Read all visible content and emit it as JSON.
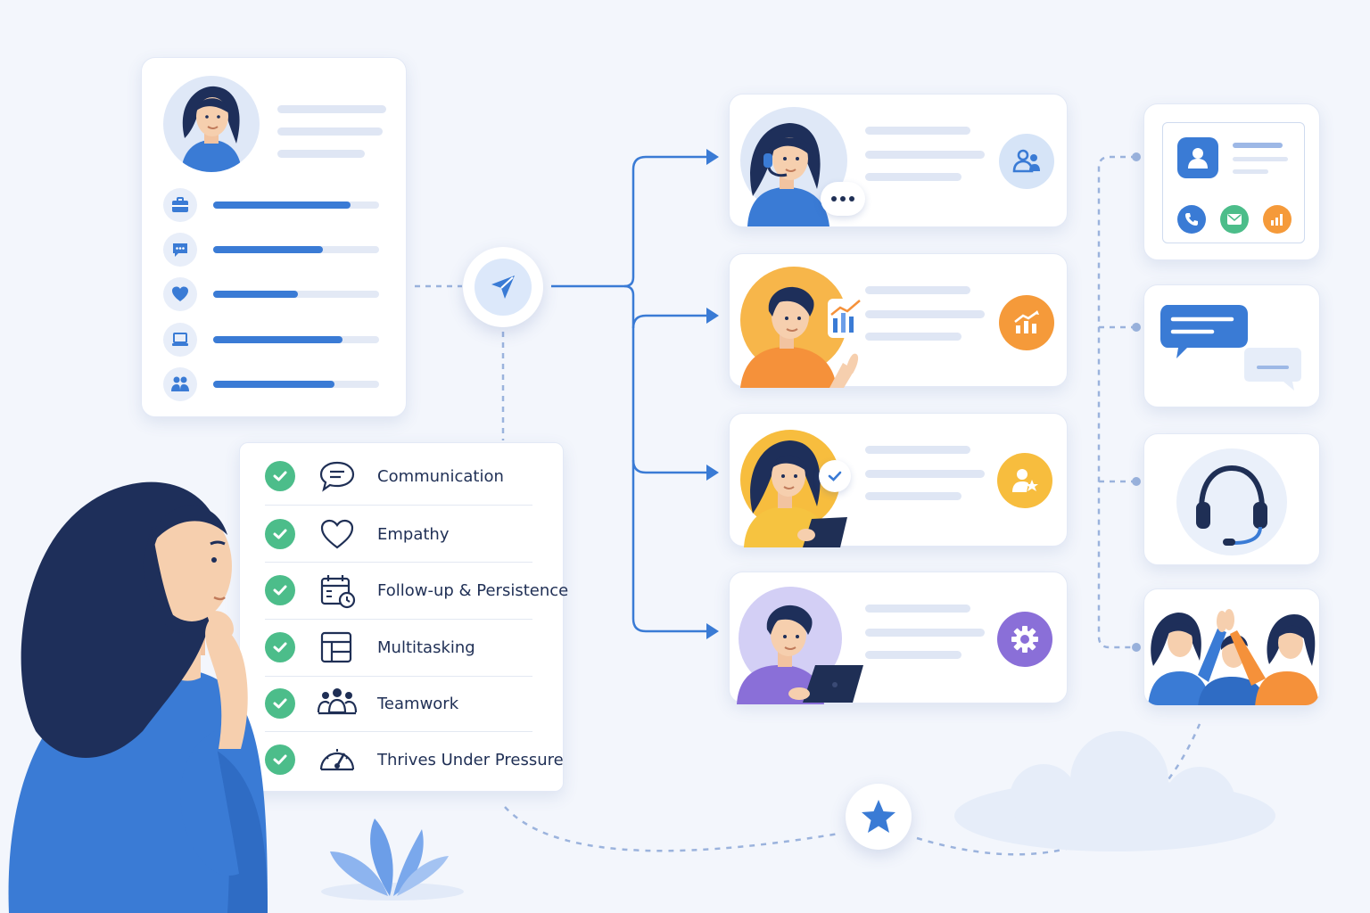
{
  "colors": {
    "accent": "#3a7bd5",
    "check": "#4cbd8a",
    "orange": "#f59a3a",
    "yellow": "#f7bd3e",
    "purple": "#8a6fd8",
    "background": "#f3f6fc"
  },
  "profile_card": {
    "skill_bars": [
      {
        "icon": "briefcase-icon",
        "level": 0.83
      },
      {
        "icon": "chat-icon",
        "level": 0.66
      },
      {
        "icon": "heart-icon",
        "level": 0.51
      },
      {
        "icon": "laptop-icon",
        "level": 0.78
      },
      {
        "icon": "team-icon",
        "level": 0.73
      }
    ]
  },
  "skills": [
    {
      "icon": "speech-bubble-icon",
      "label": "Communication"
    },
    {
      "icon": "heart-icon",
      "label": "Empathy"
    },
    {
      "icon": "calendar-clock-icon",
      "label": "Follow-up & Persistence"
    },
    {
      "icon": "grid-icon",
      "label": "Multitasking"
    },
    {
      "icon": "team-icon",
      "label": "Teamwork"
    },
    {
      "icon": "gauge-icon",
      "label": "Thrives Under Pressure"
    }
  ],
  "role_cards": [
    {
      "person": "headset-agent",
      "badge_icon": "users-icon",
      "badge_color": "#d6e4f7"
    },
    {
      "person": "analyst",
      "badge_icon": "growth-chart-icon",
      "badge_color": "#f59a3a"
    },
    {
      "person": "tablet-worker",
      "badge_icon": "user-star-icon",
      "badge_color": "#f7bd3e"
    },
    {
      "person": "laptop-worker",
      "badge_icon": "gear-icon",
      "badge_color": "#8a6fd8"
    }
  ],
  "outcome_cards": [
    {
      "icon": "contact-card-icon"
    },
    {
      "icon": "chat-bubbles-icon"
    },
    {
      "icon": "headset-icon"
    },
    {
      "icon": "high-five-team-icon"
    }
  ]
}
